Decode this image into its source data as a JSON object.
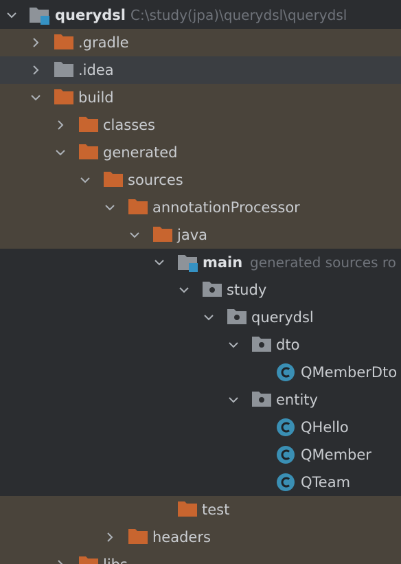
{
  "colors": {
    "excluded_row_bg": "#4a443b",
    "idea_row_bg": "#3b3e42",
    "source_row_bg": "#2b2d30",
    "excluded_folder": "#c8652f",
    "plain_folder": "#8e9399",
    "module_badge": "#3592c4",
    "class_icon": "#3a8fb4"
  },
  "tree": {
    "root": {
      "label": "querydsl",
      "path": "C:\\study(jpa)\\querydsl\\querydsl"
    },
    "gradle": {
      "label": ".gradle"
    },
    "idea": {
      "label": ".idea"
    },
    "build": {
      "label": "build"
    },
    "classes": {
      "label": "classes"
    },
    "generated": {
      "label": "generated"
    },
    "sources": {
      "label": "sources"
    },
    "annotation_processor": {
      "label": "annotationProcessor"
    },
    "java": {
      "label": "java"
    },
    "main": {
      "label": "main",
      "hint": "generated sources ro"
    },
    "study": {
      "label": "study"
    },
    "querydsl_pkg": {
      "label": "querydsl"
    },
    "dto": {
      "label": "dto"
    },
    "qmember_dto": {
      "label": "QMemberDto"
    },
    "entity": {
      "label": "entity"
    },
    "qhello": {
      "label": "QHello"
    },
    "qmember": {
      "label": "QMember"
    },
    "qteam": {
      "label": "QTeam"
    },
    "test": {
      "label": "test"
    },
    "headers": {
      "label": "headers"
    },
    "libs": {
      "label": "libs"
    }
  }
}
